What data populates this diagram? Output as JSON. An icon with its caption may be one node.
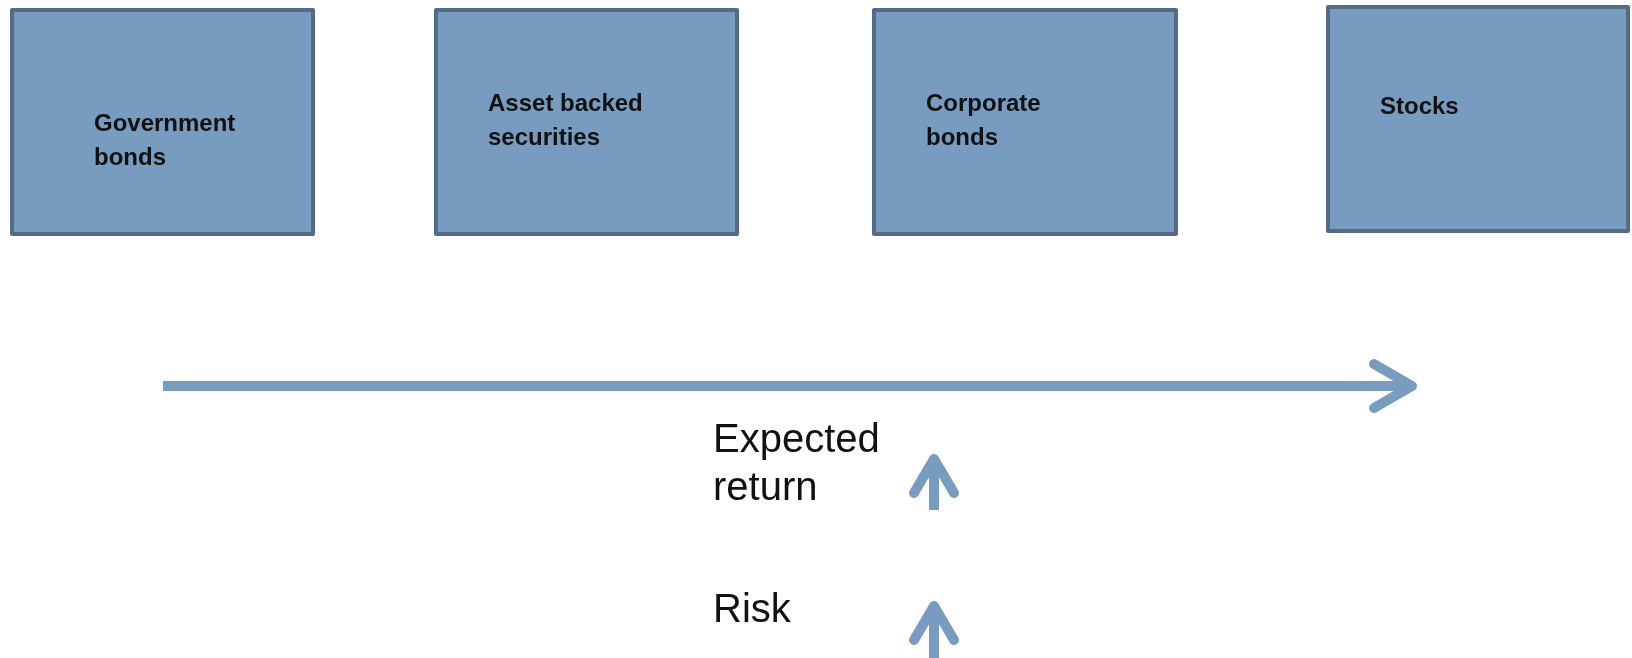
{
  "diagram": {
    "nodes": [
      {
        "text": [
          "Government bonds"
        ]
      },
      {
        "text": [
          "Asset backed securities"
        ]
      },
      {
        "text": [
          "Corporate bonds"
        ]
      },
      {
        "text": [
          "Stocks"
        ]
      }
    ],
    "labels": [
      "Expected return",
      "Risk"
    ]
  }
}
